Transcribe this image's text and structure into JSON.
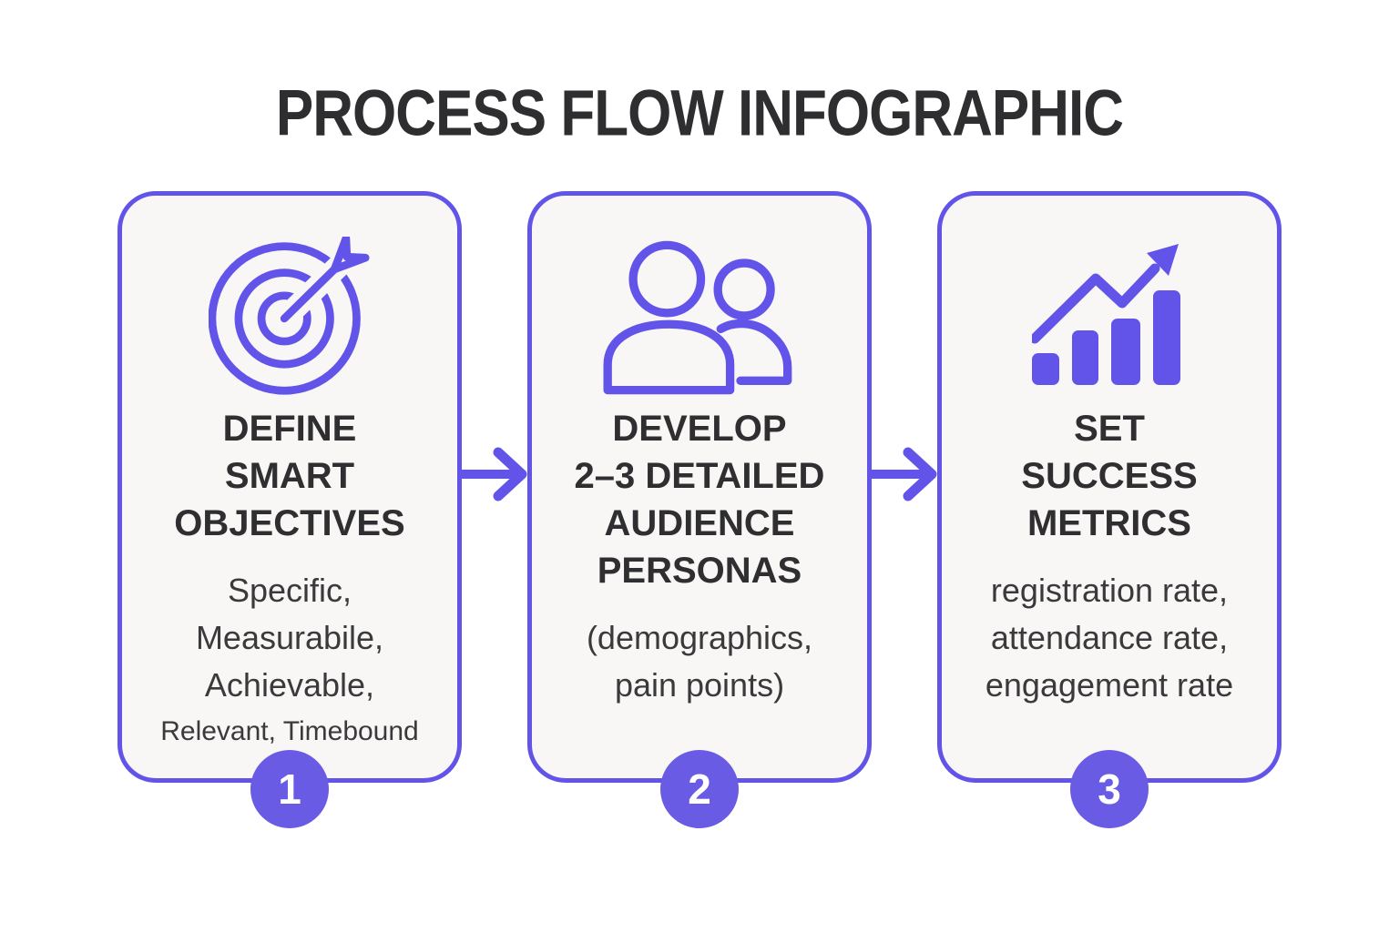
{
  "title": "PROCESS FLOW INFOGRAPHIC",
  "colors": {
    "accent": "#6254E8",
    "badge": "#6A5BE4",
    "card_bg": "#F8F7F5",
    "page_bg": "#FFFFFF",
    "title_text": "#2E2E31",
    "heading_text": "#2F2F32",
    "body_text": "#3A3A3D",
    "badge_text": "#FFFFFF"
  },
  "steps": [
    {
      "number": "1",
      "icon": "target-icon",
      "heading": "DEFINE\nSMART\nOBJECTIVES",
      "subtext": "Specific,\nMeasurabile,\nAchievable,",
      "subtext_small": "Relevant, Timebound"
    },
    {
      "number": "2",
      "icon": "people-icon",
      "heading": "DEVELOP\n2–3 DETAILED\nAUDIENCE\nPERSONAS",
      "subtext": "(demographics,\npain points)",
      "subtext_small": ""
    },
    {
      "number": "3",
      "icon": "bar-chart-growth-icon",
      "heading": "SET\nSUCCESS\nMETRICS",
      "subtext": "registration rate,\nattendance rate,\nengagement rate",
      "subtext_small": ""
    }
  ],
  "connectors": [
    {
      "icon": "flow-arrow-icon"
    },
    {
      "icon": "flow-arrow-icon"
    }
  ]
}
